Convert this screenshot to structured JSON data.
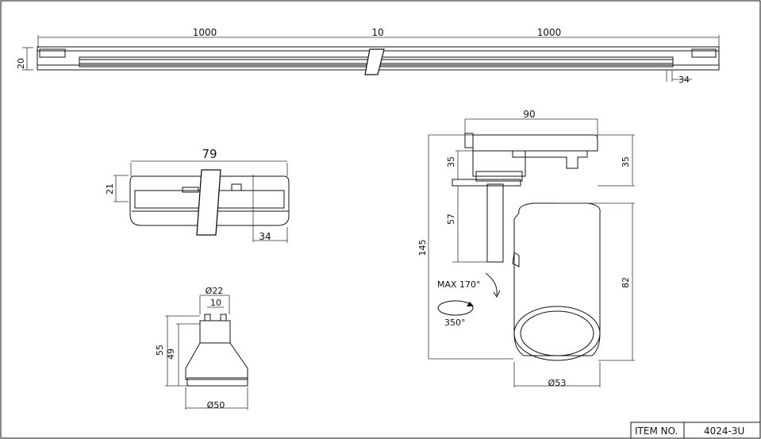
{
  "rail": {
    "dim_left": "1000",
    "dim_gap": "10",
    "dim_right": "1000",
    "dim_height": "20",
    "dim_end": "34"
  },
  "connector": {
    "dim_width": "79",
    "dim_height": "21",
    "dim_offset": "34"
  },
  "lamp": {
    "dim_outer_dia": "Ø22",
    "dim_pin": "10",
    "dim_h55": "55",
    "dim_h49": "49",
    "dim_face_dia": "Ø50"
  },
  "spot": {
    "dim_width": "90",
    "dim_left35": "35",
    "dim_right35": "35",
    "dim_57": "57",
    "dim_145": "145",
    "dim_82": "82",
    "dim_dia": "Ø53",
    "tilt_label": "MAX 170°",
    "rotate_label": "350°"
  },
  "titleblock": {
    "item_label": "ITEM NO.",
    "item_value": "4024-3U"
  }
}
